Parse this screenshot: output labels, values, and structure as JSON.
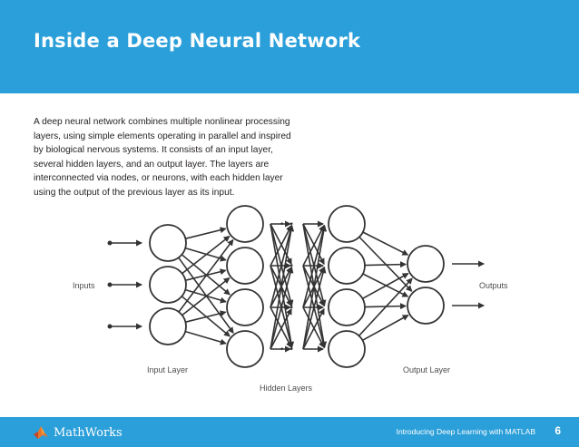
{
  "header": {
    "title": "Inside a Deep Neural Network"
  },
  "intro": {
    "text": "A deep neural network combines multiple nonlinear processing layers, using simple elements operating in parallel and inspired by biological nervous systems.  It consists of an input layer, several hidden layers, and an output layer. The layers are interconnected via nodes, or neurons, with each hidden layer using the output of the previous layer as its input."
  },
  "diagram": {
    "inputs_label": "Inputs",
    "outputs_label": "Outputs",
    "input_layer_label": "Input Layer",
    "hidden_layers_label": "Hidden Layers",
    "output_layer_label": "Output Layer",
    "ellipsis": "•••",
    "colors": {
      "stroke": "#333333",
      "node_fill": "#ffffff"
    }
  },
  "footer": {
    "logo_text": "MathWorks",
    "logo_icon": "matlab-membrane-icon",
    "doc_title": "Introducing Deep Learning with MATLAB",
    "page_number": "6",
    "colors": {
      "band": "#2b9fd9",
      "text": "#ffffff"
    }
  }
}
